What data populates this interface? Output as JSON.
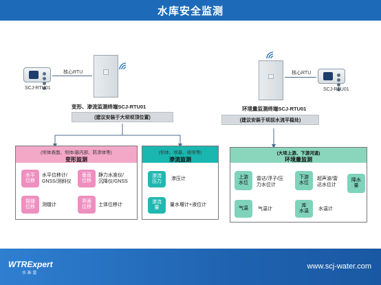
{
  "header": {
    "title": "水库安全监测"
  },
  "left_terminal": {
    "rtu_label": "SCJ-RTU01",
    "conn_label": "核心RTU",
    "title": "变形、渗流监测终端SCJ-RTU01",
    "note": "(建议安装于大坝坝顶位置)"
  },
  "right_terminal": {
    "rtu_label": "SCJ-RTU01",
    "conn_label": "核心RTU",
    "title": "环境量监测终端SCJ-RTU01",
    "note": "(建议安装于坝前水流平稳处)"
  },
  "deformation": {
    "sub": "(坝体表面、坝体/基内部、防渗体等)",
    "title": "变形监测",
    "items": [
      {
        "tag": "水平\n位移",
        "text": "水平位移计/\nGNSS/测斜仪"
      },
      {
        "tag": "垂直\n位移",
        "text": "静力水准仪/\n沉降仪/GNSS"
      },
      {
        "tag": "接缝\n位移",
        "text": "测缝计"
      },
      {
        "tag": "界面\n位移",
        "text": "土体位移计"
      }
    ]
  },
  "seepage": {
    "sub": "(坝体、坝基、绕坝等)",
    "title": "渗流监测",
    "items": [
      {
        "tag": "渗流\n压力",
        "text": "渗压计"
      },
      {
        "tag": "渗流\n量",
        "text": "量水堰计+液位计"
      }
    ]
  },
  "environment": {
    "sub": "(大坝上游、下游河道)",
    "title": "环境量监测",
    "items": [
      {
        "tag": "上游\n水位",
        "text": "雷达/浮子/压\n力水位计"
      },
      {
        "tag": "下游\n水位",
        "text": "超声波/雷\n达水位计"
      },
      {
        "tag": "降水\n量",
        "text": ""
      },
      {
        "tag": "气温",
        "text": "气温计"
      },
      {
        "tag": "库\n水温",
        "text": "水温计"
      }
    ]
  },
  "footer": {
    "logo": "WTRExpert",
    "logo_sub": "水 泰 富",
    "url": "www.scj-water.com"
  },
  "colors": {
    "banner": "#1d6bb8",
    "pink": "#ee8fc0",
    "teal": "#20b8b1",
    "green": "#7fd3bb"
  }
}
